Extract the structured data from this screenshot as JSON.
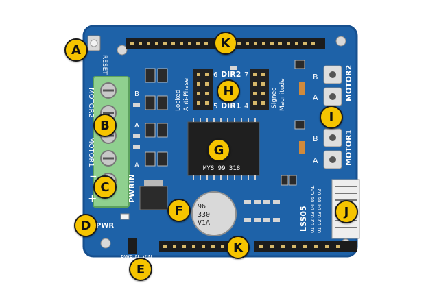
{
  "callouts": {
    "a": "A",
    "b": "B",
    "c": "C",
    "d": "D",
    "e": "E",
    "f": "F",
    "g": "G",
    "h": "H",
    "i": "I",
    "j": "J",
    "k_top": "K",
    "k_bottom": "K"
  },
  "board": {
    "reset": "RESET",
    "motor2_left": "MOTOR2",
    "motor1_left": "MOTOR1",
    "pwrin_label": "PWRIN",
    "pwr_label": "PWR",
    "pwrin_jumper": "PWRIN",
    "vin_label": "VIN",
    "locked": "Locked",
    "anti_phase": "Anti-Phase",
    "dir2": "DIR2",
    "dir1": "DIR1",
    "signed": "Signed",
    "magnitude": "Magnitude",
    "motor2_right": "MOTOR2",
    "motor1_right": "MOTOR1",
    "lss05": "LSS05",
    "lss_row1": "01 02 03 04 05 CAL",
    "lss_row2": "01 02 03 04 05 02",
    "cap_line1": "96",
    "cap_line2": "330",
    "cap_line3": "V1A",
    "chip_code": "MYS 99 318",
    "terminal_a": "A",
    "terminal_b": "B",
    "btn_a": "A",
    "btn_b": "B",
    "plus": "+",
    "minus": "−",
    "num_6": "6",
    "num_7": "7",
    "num_5": "5",
    "num_4": "4"
  },
  "colors": {
    "pcb": "#1e62a8",
    "pcb_edge": "#17508f",
    "terminal": "#8fd08f",
    "header": "#1c1c1c",
    "callout": "#f6c400"
  }
}
